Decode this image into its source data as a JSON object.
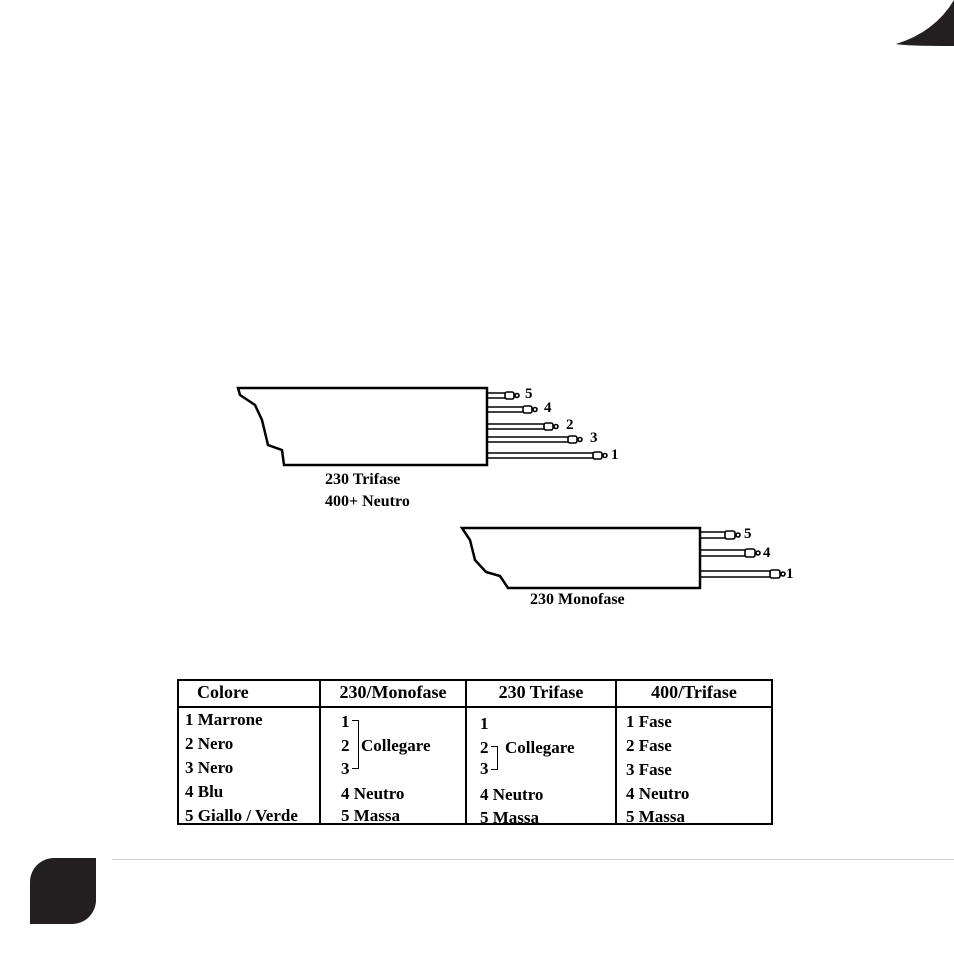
{
  "diagram": {
    "cable_trifase": {
      "label_line1": "230  Trifase",
      "label_line2": "400+ Neutro",
      "wires": [
        "5",
        "4",
        "2",
        "3",
        "1"
      ]
    },
    "cable_monofase": {
      "label": "230 Monofase",
      "wires": [
        "5",
        "4",
        "1"
      ]
    }
  },
  "table": {
    "headers": [
      "Colore",
      "230/Monofase",
      "230 Trifase",
      "400/Trifase"
    ],
    "colore": [
      "1 Marrone",
      "2 Nero",
      "3 Nero",
      "4 Blu",
      "5 Giallo / Verde"
    ],
    "monofase": {
      "n1": "1",
      "n2": "2",
      "n3": "3",
      "collegare": "Collegare",
      "neutro": "4 Neutro",
      "massa": "5 Massa"
    },
    "trifase230": {
      "n1": "1",
      "n2": "2",
      "n3": "3",
      "collegare": "Collegare",
      "neutro": "4 Neutro",
      "massa": "5 Massa"
    },
    "trifase400": [
      "1 Fase",
      "2 Fase",
      "3 Fase",
      "4 Neutro",
      "5 Massa"
    ]
  },
  "colors": {
    "page_tab": "#231f20",
    "footer_rule": "#cfcfcf"
  }
}
